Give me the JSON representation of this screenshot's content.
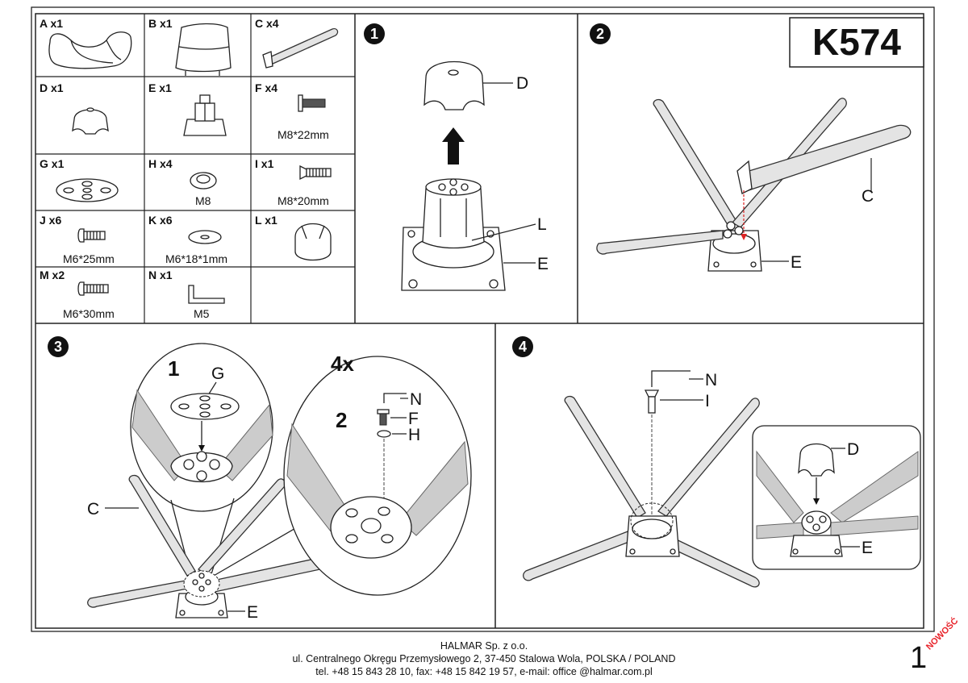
{
  "model": "K574",
  "parts": [
    {
      "label": "A x1",
      "caption": ""
    },
    {
      "label": "B x1",
      "caption": ""
    },
    {
      "label": "C x4",
      "caption": ""
    },
    {
      "label": "D x1",
      "caption": ""
    },
    {
      "label": "E x1",
      "caption": ""
    },
    {
      "label": "F x4",
      "caption": "M8*22mm"
    },
    {
      "label": "G x1",
      "caption": ""
    },
    {
      "label": "H x4",
      "caption": "M8"
    },
    {
      "label": "I x1",
      "caption": "M8*20mm"
    },
    {
      "label": "J x6",
      "caption": "M6*25mm"
    },
    {
      "label": "K x6",
      "caption": "M6*18*1mm"
    },
    {
      "label": "L x1",
      "caption": ""
    },
    {
      "label": "M x2",
      "caption": "M6*30mm"
    },
    {
      "label": "N x1",
      "caption": "M5"
    }
  ],
  "steps": [
    {
      "number": "1",
      "callouts": {
        "D": "D",
        "L": "L",
        "E": "E"
      }
    },
    {
      "number": "2",
      "callouts": {
        "C": "C",
        "E": "E"
      }
    },
    {
      "number": "3",
      "callouts": {
        "C": "C",
        "E": "E",
        "G": "G",
        "F": "F",
        "H": "H",
        "N": "N"
      },
      "sub1": "1",
      "sub2": "2",
      "qty": "4x"
    },
    {
      "number": "4",
      "callouts": {
        "N": "N",
        "I": "I",
        "D": "D",
        "E": "E"
      }
    }
  ],
  "footer": {
    "company": "HALMAR Sp. z o.o.",
    "address": "ul. Centralnego Okręgu Przemysłowego 2, 37-450 Stalowa Wola, POLSKA / POLAND",
    "contact": "tel. +48 15 843 28 10, fax: +48 15 842 19 57, e-mail: office @halmar.com.pl"
  },
  "page_number": "1",
  "badge": "NOWOŚĆ"
}
